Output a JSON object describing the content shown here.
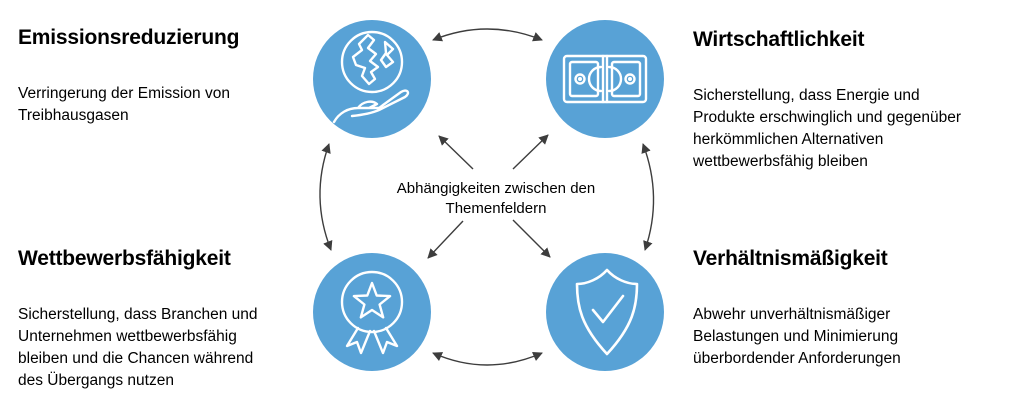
{
  "colors": {
    "circle_fill": "#58A2D6",
    "icon_stroke": "#FFFFFF",
    "arrow": "#3D3D3D",
    "text": "#000000",
    "background": "#FFFFFF"
  },
  "center_label": "Abhängigkeiten zwischen den\nThemenfeldern",
  "topics": [
    {
      "title": "Emissionsreduzierung",
      "description": "Verringerung der Emission von\nTreibhausgasen",
      "icon": "globe-in-hand-icon"
    },
    {
      "title": "Wirtschaftlichkeit",
      "description": "Sicherstellung, dass Energie und\nProdukte erschwinglich und gegenüber\nherkömmlichen Alternativen\nwettbewerbsfähig bleiben",
      "icon": "banknote-icon"
    },
    {
      "title": "Wettbewerbsfähigkeit",
      "description": "Sicherstellung, dass Branchen und\nUnternehmen wettbewerbsfähig\nbleiben und die Chancen während\ndes Übergangs nutzen",
      "icon": "award-medal-icon"
    },
    {
      "title": "Verhältnismäßigkeit",
      "description": "Abwehr unverhältnismäßiger\nBelastungen und Minimierung\nüberbordender Anforderungen",
      "icon": "shield-check-icon"
    }
  ]
}
